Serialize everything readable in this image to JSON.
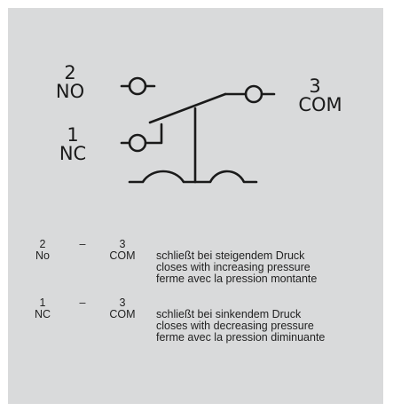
{
  "diagram": {
    "terminals": [
      {
        "number": "2",
        "name": "NO"
      },
      {
        "number": "1",
        "name": "NC"
      },
      {
        "number": "3",
        "name": "COM"
      }
    ]
  },
  "legend": {
    "rows": [
      {
        "from_number": "2",
        "from_name": "No",
        "dash": "–",
        "to_number": "3",
        "to_name": "COM",
        "lines": [
          "schließt bei steigendem Druck",
          "closes with increasing pressure",
          "ferme avec la pression montante"
        ]
      },
      {
        "from_number": "1",
        "from_name": "NC",
        "dash": "–",
        "to_number": "3",
        "to_name": "COM",
        "lines": [
          "schließt bei sinkendem Druck",
          "closes with decreasing pressure",
          "ferme avec la pression diminuante"
        ]
      }
    ]
  },
  "colors": {
    "background": "#d9dadb",
    "line": "#1a1a1a"
  }
}
